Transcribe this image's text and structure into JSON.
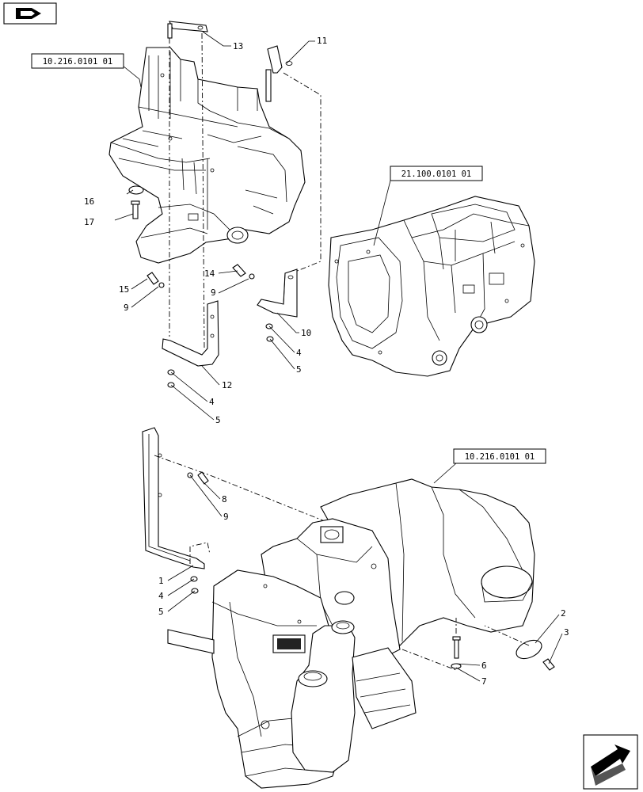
{
  "references": [
    {
      "id": "ref-top-left",
      "text": "10.216.0101 01"
    },
    {
      "id": "ref-right",
      "text": "21.100.0101 01"
    },
    {
      "id": "ref-bottom",
      "text": "10.216.0101 01"
    }
  ],
  "callouts": {
    "c13": "13",
    "c11": "11",
    "c16": "16",
    "c17": "17",
    "c14": "14",
    "c9a": "9",
    "c15": "15",
    "c9b": "9",
    "c10": "10",
    "c4a": "4",
    "c5a": "5",
    "c12": "12",
    "c4b": "4",
    "c5b": "5",
    "c8": "8",
    "c9c": "9",
    "c1": "1",
    "c4c": "4",
    "c5c": "5",
    "c2": "2",
    "c3": "3",
    "c6": "6",
    "c7": "7"
  },
  "icons": {
    "top_left": "book-flag-icon",
    "bottom_right": "next-arrow-icon"
  }
}
